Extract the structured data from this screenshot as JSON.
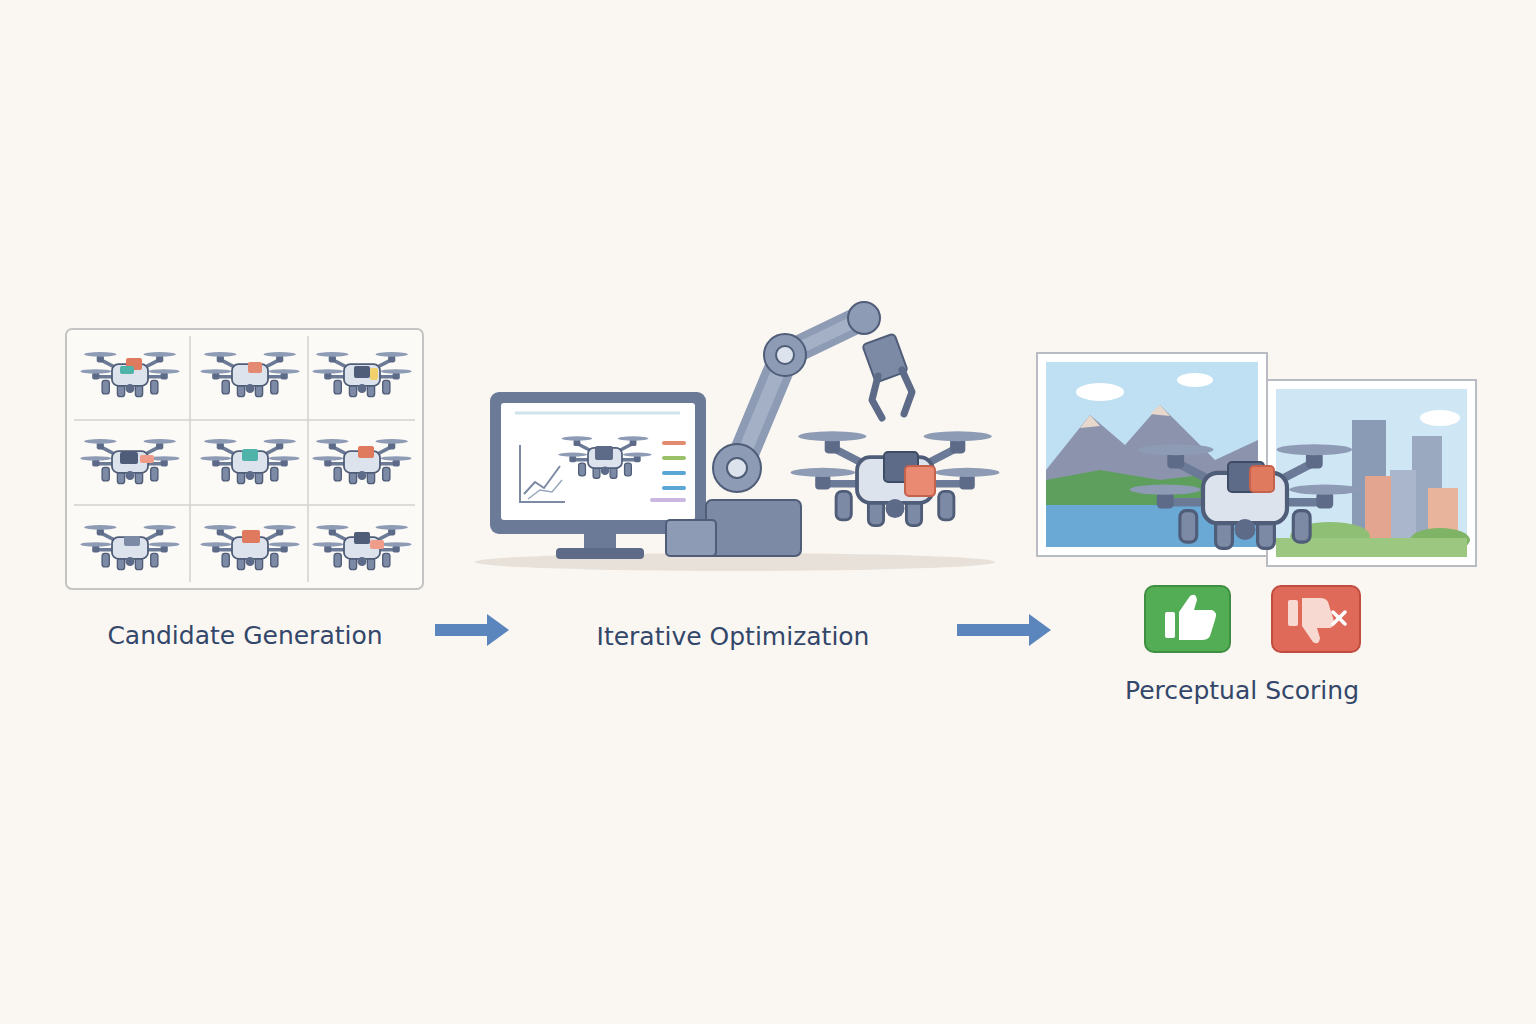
{
  "diagram": {
    "nodes": [
      {
        "text": [
          "Candidate Generation"
        ]
      },
      {
        "text": [
          "Iterative Optimization"
        ]
      },
      {
        "text": [
          "Perceptual Scoring"
        ]
      }
    ],
    "edges": [
      {
        "from": 0,
        "to": 1,
        "arrow": "to"
      },
      {
        "from": 1,
        "to": 2,
        "arrow": "to"
      }
    ]
  }
}
